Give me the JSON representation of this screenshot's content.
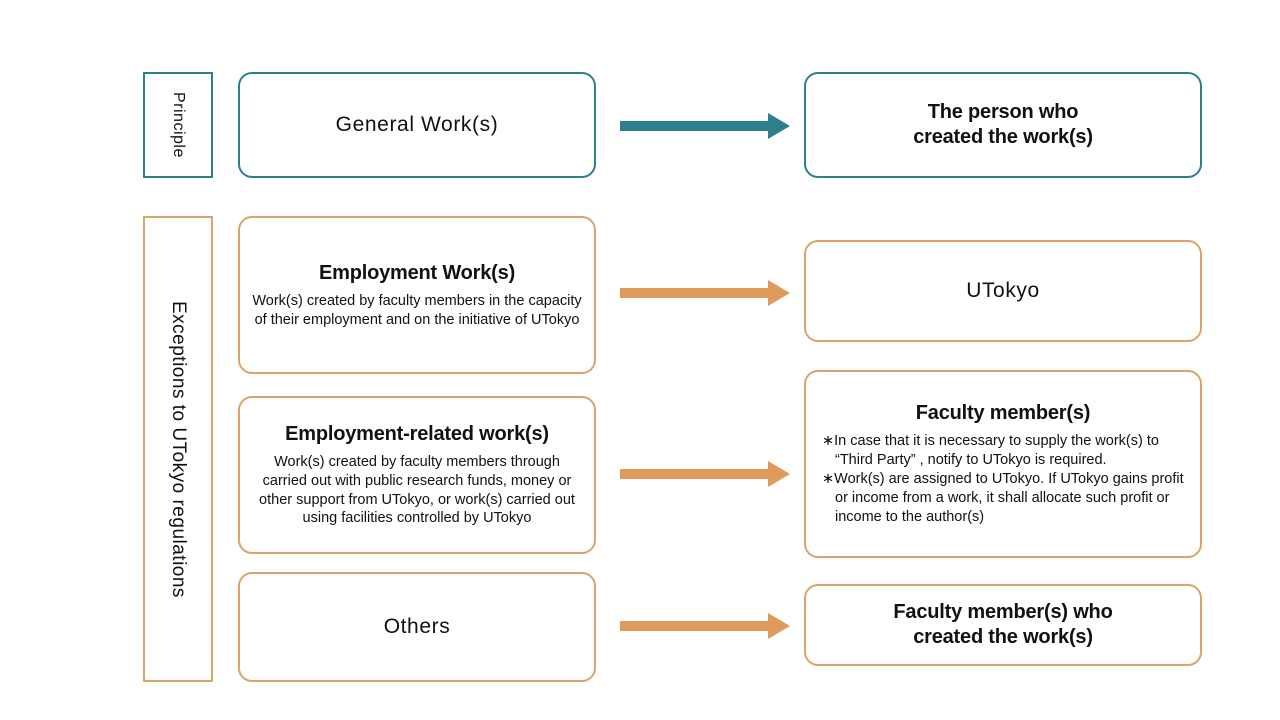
{
  "rails": [
    {
      "id": "principle",
      "label": "Principle",
      "color": "#2E7F8C"
    },
    {
      "id": "exceptions",
      "label": "Exceptions to UTokyo regulations",
      "color": "#D9A46A"
    }
  ],
  "colors": {
    "teal": "#2E7F8C",
    "orange": "#D9A46A",
    "arrow_orange": "#DF9A5C",
    "text": "#111111",
    "background": "#FFFFFF"
  },
  "rows": [
    {
      "id": "general-works",
      "accent": "teal",
      "left": {
        "title": "General Work(s)",
        "desc": ""
      },
      "arrow": {
        "name": "arrow-right-icon",
        "color": "#2E7F8C"
      },
      "right": {
        "title_line1": "The person who",
        "title_line2": "created the work(s)"
      }
    },
    {
      "id": "employment-works",
      "accent": "orange",
      "left": {
        "title": "Employment Work(s)",
        "desc": "Work(s) created by faculty members in the capacity of their employment and on the initiative of UTokyo"
      },
      "arrow": {
        "name": "arrow-right-icon",
        "color": "#DF9A5C"
      },
      "right": {
        "title_line1": "UTokyo",
        "title_line2": ""
      }
    },
    {
      "id": "employment-related-works",
      "accent": "orange",
      "left": {
        "title": "Employment-related work(s)",
        "desc": "Work(s) created by faculty members through carried out with public research funds, money or other support from UTokyo, or work(s) carried out using facilities controlled by UTokyo"
      },
      "arrow": {
        "name": "arrow-right-icon",
        "color": "#DF9A5C"
      },
      "right": {
        "title_line1": "Faculty member(s)",
        "title_line2": "",
        "notes": [
          "∗In case that it is necessary to supply the work(s) to “Third Party” , notify to UTokyo is required.",
          "∗Work(s) are assigned to UTokyo. If UTokyo gains profit or income from a work, it shall allocate such profit or income to the author(s)"
        ]
      }
    },
    {
      "id": "others",
      "accent": "orange",
      "left": {
        "title": "Others",
        "desc": ""
      },
      "arrow": {
        "name": "arrow-right-icon",
        "color": "#DF9A5C"
      },
      "right": {
        "title_line1": "Faculty member(s) who",
        "title_line2": "created the work(s)"
      }
    }
  ]
}
